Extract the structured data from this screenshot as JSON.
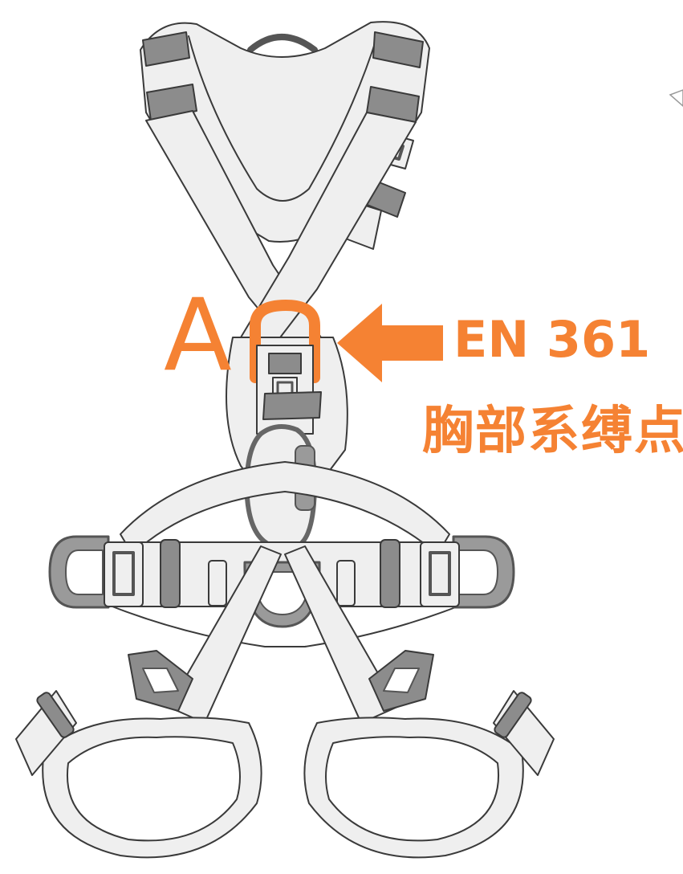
{
  "annotation": {
    "letter": "A",
    "standard": "EN 361",
    "point_name": "胸部系缚点"
  },
  "colors": {
    "accent": "#f58233",
    "outline": "#3a3a3a",
    "strap": "#efefef",
    "strap_dark": "#8c8c8c",
    "metal": "#9a9a9a"
  }
}
